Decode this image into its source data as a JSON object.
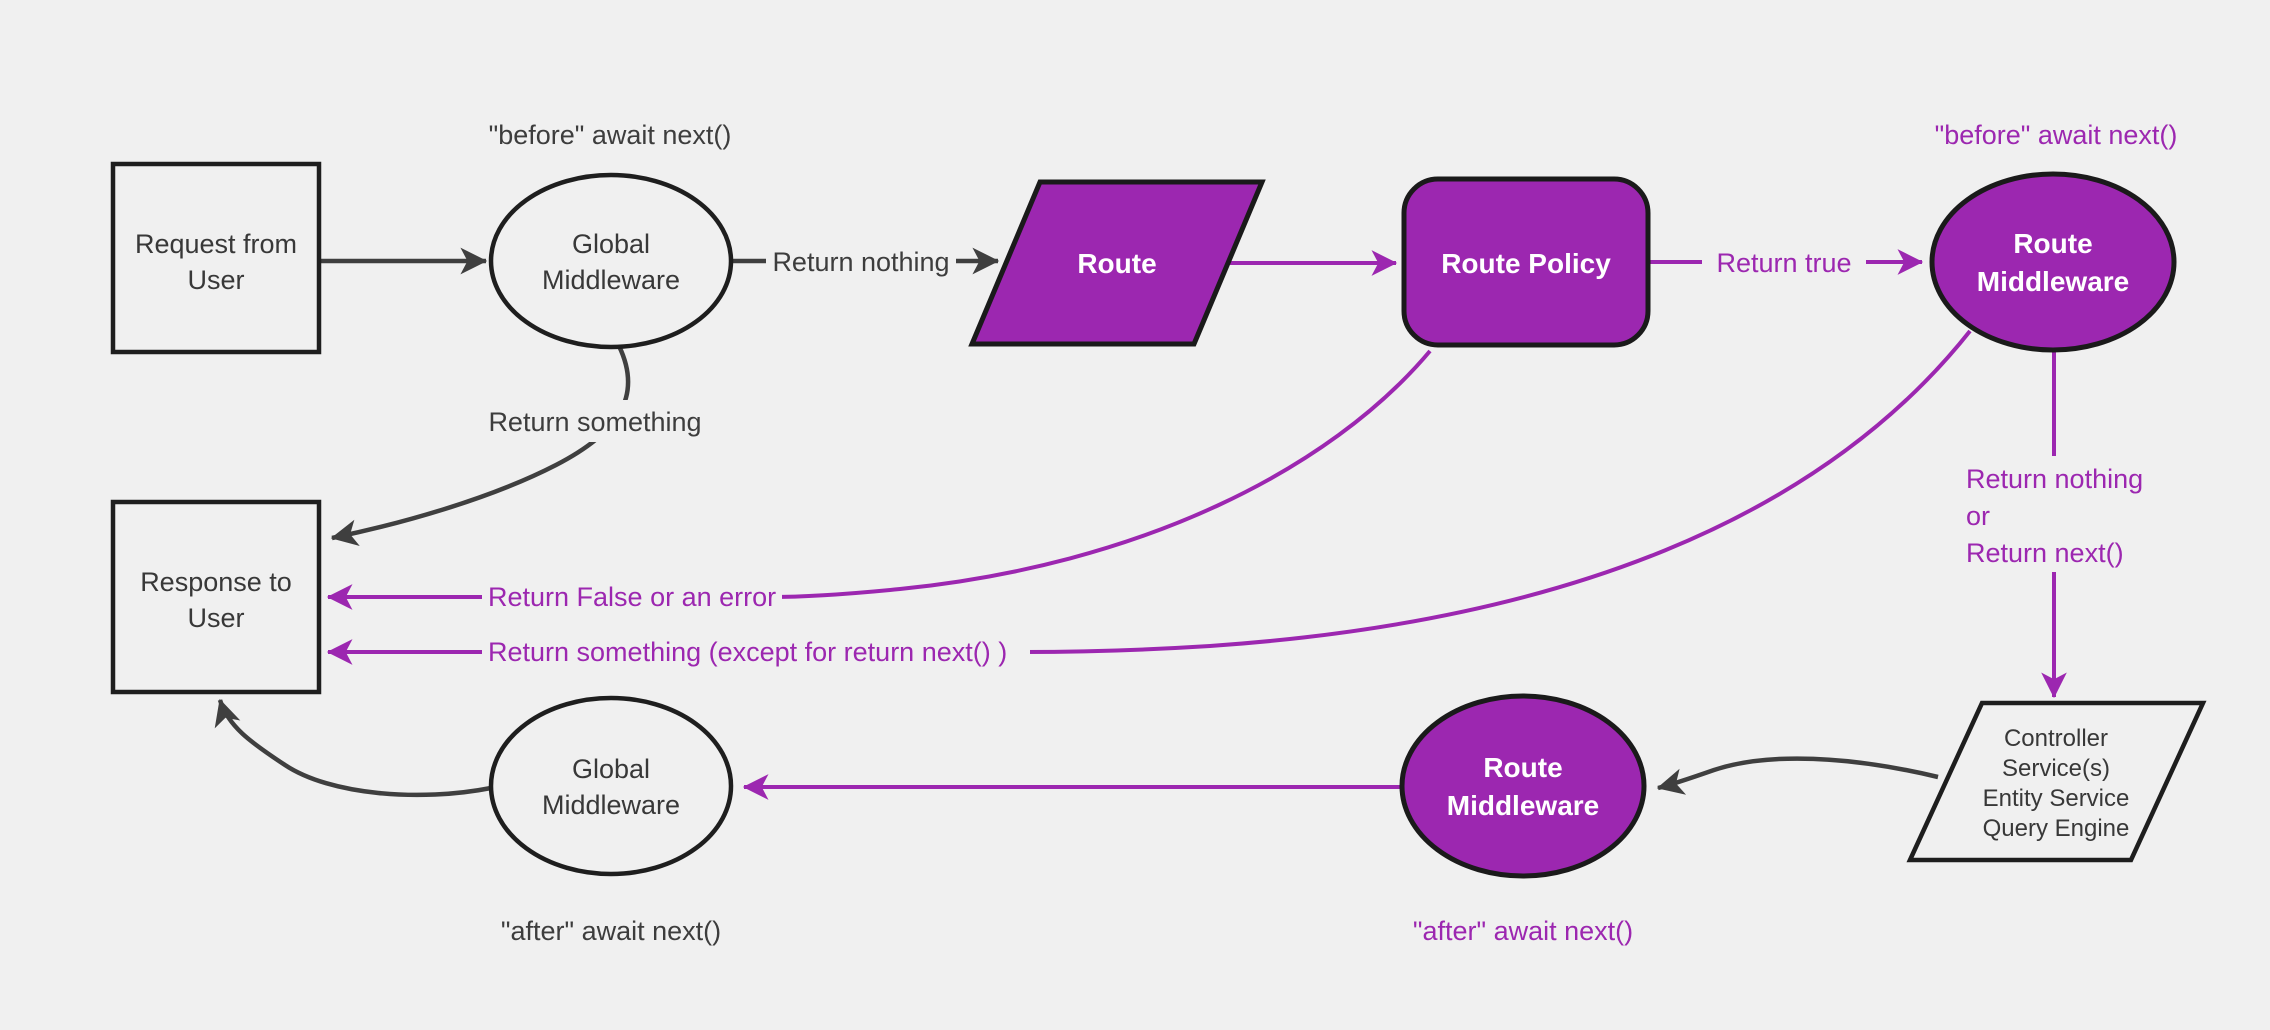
{
  "diagram": {
    "title_hint": "request-response middleware flow diagram",
    "colors": {
      "background": "#f0f0f0",
      "accent_purple_fill": "#9c27b0",
      "accent_purple_text": "#9c27b0",
      "black_line": "#3f3f3f",
      "node_border": "#1a1a1a",
      "dark_text": "#383838",
      "light_text": "#ffffff"
    },
    "nodes": {
      "request_from_user": {
        "shape": "rectangle",
        "line1": "Request from",
        "line2": "User"
      },
      "global_middleware_top": {
        "shape": "ellipse",
        "line1": "Global",
        "line2": "Middleware"
      },
      "route": {
        "shape": "parallelogram",
        "label": "Route"
      },
      "route_policy": {
        "shape": "rounded-rectangle",
        "label": "Route Policy"
      },
      "route_middleware_top": {
        "shape": "ellipse",
        "line1": "Route",
        "line2": "Middleware"
      },
      "controller": {
        "shape": "parallelogram",
        "line1": "Controller",
        "line2": "Service(s)",
        "line3": "Entity Service",
        "line4": "Query Engine"
      },
      "route_middleware_bottom": {
        "shape": "ellipse",
        "line1": "Route",
        "line2": "Middleware"
      },
      "global_middleware_bottom": {
        "shape": "ellipse",
        "line1": "Global",
        "line2": "Middleware"
      },
      "response_to_user": {
        "shape": "rectangle",
        "line1": "Response to",
        "line2": "User"
      }
    },
    "labels": {
      "before_await_next_black": "\"before\" await next()",
      "return_nothing_black": "Return nothing",
      "return_something_black": "Return something",
      "before_await_next_purple": "\"before\" await next()",
      "return_true": "Return true",
      "return_nothing_or_line1": "Return nothing",
      "return_nothing_or_line2": "or",
      "return_nothing_or_line3": "Return next()",
      "return_false_or_error": "Return False or an error",
      "return_something_except": "Return something (except for return next() )",
      "after_await_next_purple": "\"after\" await next()",
      "after_await_next_black": "\"after\" await next()"
    }
  }
}
